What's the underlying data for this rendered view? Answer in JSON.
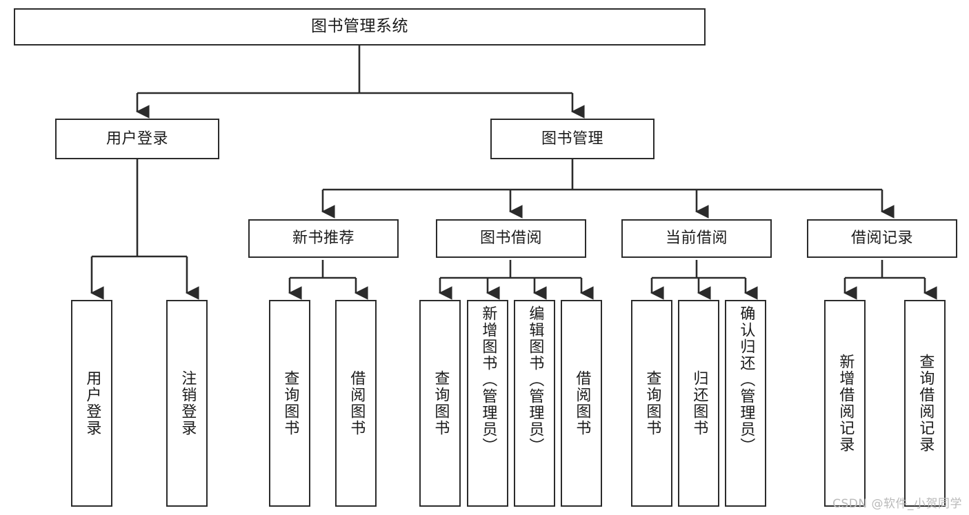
{
  "diagram": {
    "title": "图书管理系统",
    "type": "tree",
    "orientation": "top-down",
    "colors": {
      "box_border": "#2b2b2b",
      "box_fill": "#ffffff",
      "connector": "#2b2b2b",
      "text": "#1b1b1b",
      "watermark": "#b9b9b9",
      "background": "#ffffff"
    }
  },
  "watermark": {
    "text": "CSDN @软件_小贺同学"
  },
  "nodes": {
    "root": {
      "label": "图书管理系统",
      "level": 0
    },
    "level1": [
      {
        "id": "user-login",
        "label": "用户登录"
      },
      {
        "id": "book-management",
        "label": "图书管理"
      }
    ],
    "level2": [
      {
        "id": "new-book-recommend",
        "label": "新书推荐",
        "parent": "book-management"
      },
      {
        "id": "book-borrow",
        "label": "图书借阅",
        "parent": "book-management"
      },
      {
        "id": "current-borrow",
        "label": "当前借阅",
        "parent": "book-management"
      },
      {
        "id": "borrow-record",
        "label": "借阅记录",
        "parent": "book-management"
      }
    ],
    "leaves": {
      "user_login": [
        {
          "id": "leaf-user-login",
          "label": "用户登录"
        },
        {
          "id": "leaf-logout",
          "label": "注销登录"
        }
      ],
      "new_book_recommend": [
        {
          "id": "leaf-query-book-1",
          "label": "查询图书"
        },
        {
          "id": "leaf-borrow-book-1",
          "label": "借阅图书"
        }
      ],
      "book_borrow": [
        {
          "id": "leaf-query-book-2",
          "label": "查询图书"
        },
        {
          "id": "leaf-add-book",
          "label": "新增图书（管理员）"
        },
        {
          "id": "leaf-edit-book",
          "label": "编辑图书（管理员）"
        },
        {
          "id": "leaf-borrow-book-2",
          "label": "借阅图书"
        }
      ],
      "current_borrow": [
        {
          "id": "leaf-query-book-3",
          "label": "查询图书"
        },
        {
          "id": "leaf-return-book",
          "label": "归还图书"
        },
        {
          "id": "leaf-confirm-return",
          "label": "确认归还（管理员）"
        }
      ],
      "borrow_record": [
        {
          "id": "leaf-add-record",
          "label": "新增借阅记录"
        },
        {
          "id": "leaf-query-record",
          "label": "查询借阅记录"
        }
      ]
    }
  }
}
